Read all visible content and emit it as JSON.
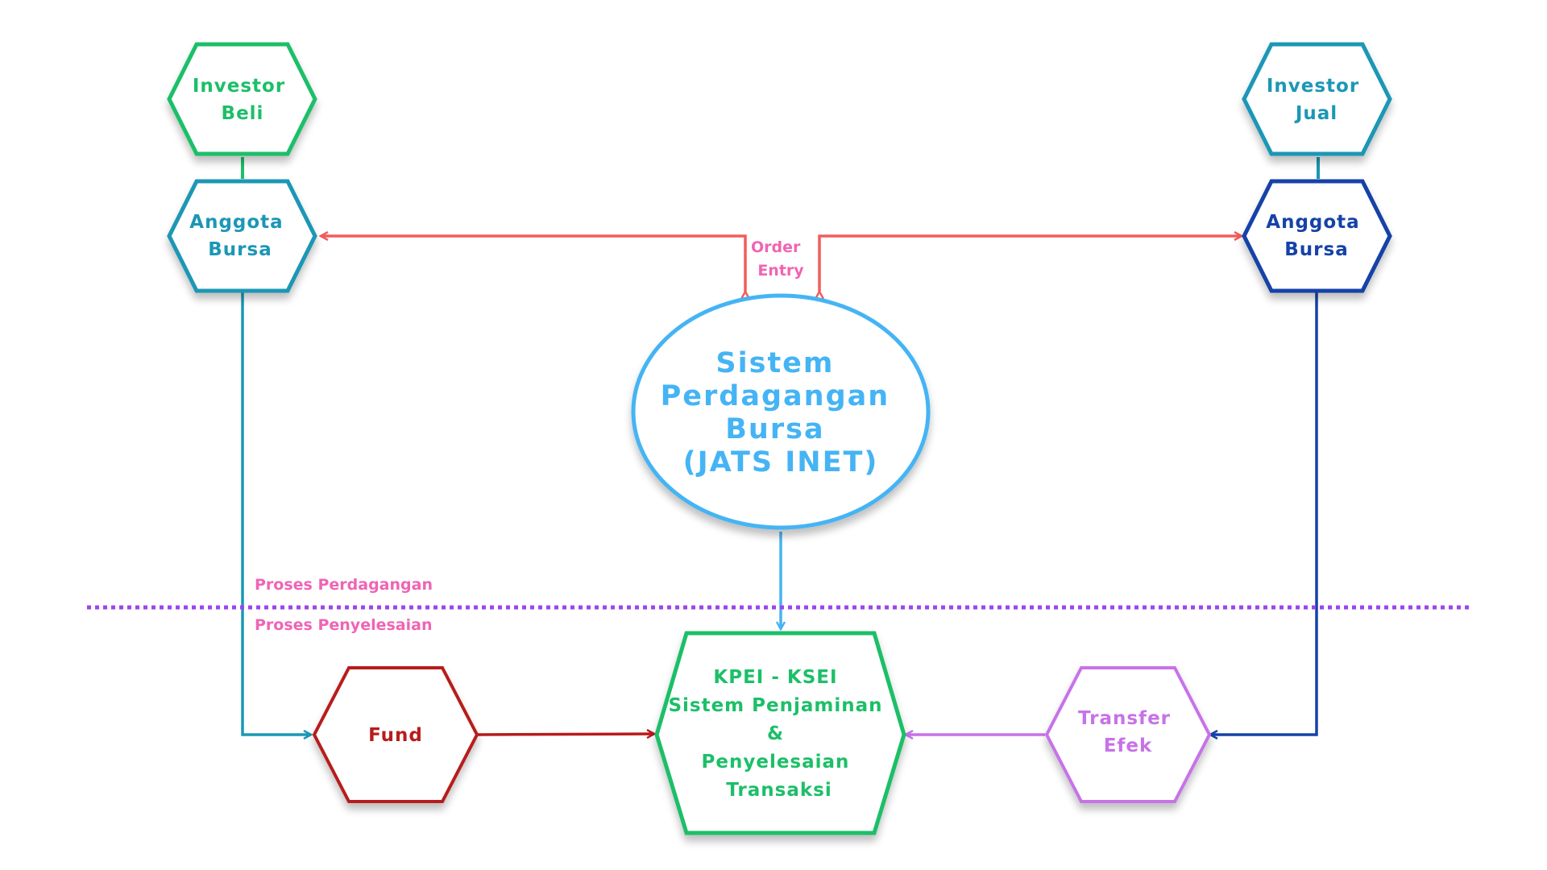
{
  "colors": {
    "green": "#1dbf68",
    "teal": "#1a97b5",
    "navy": "#1542a8",
    "red_arrow": "#f25c5c",
    "pink_label": "#f064b4",
    "sky": "#45b4f4",
    "dark_red": "#b81a1a",
    "violet": "#c772e8",
    "dotted_line": "#9b45ee"
  },
  "nodes": {
    "investor_beli": {
      "line1": "Investor",
      "line2": "Beli"
    },
    "anggota_bursa_left": {
      "line1": "Anggota",
      "line2": "Bursa"
    },
    "investor_jual": {
      "line1": "Investor",
      "line2": "Jual"
    },
    "anggota_bursa_right": {
      "line1": "Anggota",
      "line2": "Bursa"
    },
    "jats": {
      "line1": "Sistem",
      "line2": "Perdagangan",
      "line3": "Bursa",
      "line4": "(JATS INET)"
    },
    "fund": {
      "label": "Fund"
    },
    "kpei": {
      "line1": "KPEI - KSEI",
      "line2": "Sistem Penjaminan",
      "line3": "&",
      "line4": "Penyelesaian",
      "line5": "Transaksi"
    },
    "transfer_efek": {
      "line1": "Transfer",
      "line2": "Efek"
    }
  },
  "labels": {
    "order_entry_1": "Order",
    "order_entry_2": "Entry",
    "proses_perdagangan": "Proses Perdagangan",
    "proses_penyelesaian": "Proses Penyelesaian"
  }
}
